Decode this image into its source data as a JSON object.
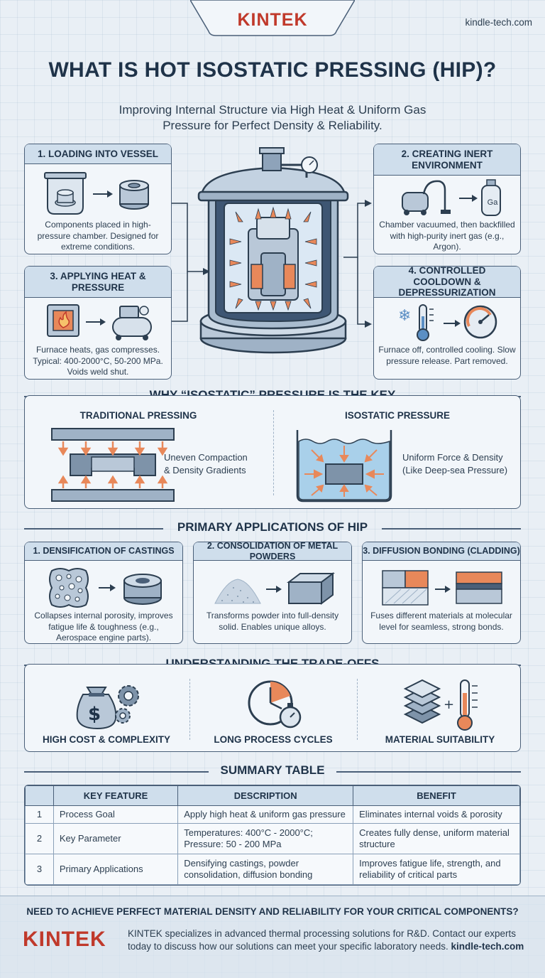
{
  "header": {
    "brand": "KINTEK",
    "site": "kindle-tech.com",
    "title": "WHAT IS HOT ISOSTATIC PRESSING (HIP)?",
    "subtitle_line1": "Improving Internal Structure via High Heat & Uniform Gas",
    "subtitle_line2": "Pressure for Perfect Density & Reliability."
  },
  "steps": [
    {
      "title": "1. LOADING INTO VESSEL",
      "text": "Components placed in high-pressure chamber. Designed for extreme conditions."
    },
    {
      "title": "2. CREATING INERT ENVIRONMENT",
      "text": "Chamber vacuumed, then backfilled with high-purity inert gas (e.g., Argon)."
    },
    {
      "title": "3. APPLYING HEAT & PRESSURE",
      "text": "Furnace heats, gas compresses. Typical: 400-2000°C, 50-200 MPa. Voids weld shut."
    },
    {
      "title": "4. CONTROLLED COOLDOWN & DEPRESSURIZATION",
      "text": "Furnace off, controlled cooling. Slow pressure release. Part removed."
    }
  ],
  "gas_label": "Ga",
  "isostatic": {
    "title": "WHY “ISOSTATIC” PRESSURE IS THE KEY",
    "traditional_title": "TRADITIONAL PRESSING",
    "traditional_text_1": "Uneven Compaction",
    "traditional_text_2": "& Density Gradients",
    "iso_title": "ISOSTATIC PRESSURE",
    "iso_text_1": "Uniform Force & Density",
    "iso_text_2": "(Like Deep-sea Pressure)"
  },
  "applications": {
    "title": "PRIMARY APPLICATIONS OF HIP",
    "items": [
      {
        "title": "1. DENSIFICATION OF CASTINGS",
        "text": "Collapses internal porosity, improves fatigue life & toughness (e.g., Aerospace engine parts)."
      },
      {
        "title": "2. CONSOLIDATION OF METAL POWDERS",
        "text": "Transforms powder into full-density solid. Enables unique alloys."
      },
      {
        "title": "3. DIFFUSION BONDING (CLADDING)",
        "text": "Fuses different materials at molecular level for seamless, strong bonds."
      }
    ]
  },
  "tradeoffs": {
    "title": "UNDERSTANDING THE TRADE-OFFS",
    "items": [
      {
        "label": "HIGH COST & COMPLEXITY",
        "icon": "money-bag-gears-icon"
      },
      {
        "label": "LONG PROCESS CYCLES",
        "icon": "clock-stopwatch-icon"
      },
      {
        "label": "MATERIAL SUITABILITY",
        "icon": "layers-thermometer-icon"
      }
    ]
  },
  "summary": {
    "title": "SUMMARY TABLE",
    "headers": [
      "",
      "KEY FEATURE",
      "DESCRIPTION",
      "BENEFIT"
    ],
    "rows": [
      {
        "num": "1",
        "feature": "Process Goal",
        "description": "Apply high heat & uniform gas pressure",
        "benefit": "Eliminates internal voids & porosity"
      },
      {
        "num": "2",
        "feature": "Key Parameter",
        "description": "Temperatures: 400°C - 2000°C; Pressure: 50 - 200 MPa",
        "benefit": "Creates fully dense, uniform material structure"
      },
      {
        "num": "3",
        "feature": "Primary Applications",
        "description": "Densifying castings, powder consolidation, diffusion bonding",
        "benefit": "Improves fatigue life, strength, and reliability of critical parts"
      }
    ]
  },
  "footer": {
    "question": "NEED TO ACHIEVE PERFECT MATERIAL DENSITY AND RELIABILITY FOR YOUR CRITICAL COMPONENTS?",
    "brand": "KINTEK",
    "text": "KINTEK specializes in advanced thermal processing solutions for R&D. Contact our experts today to discuss how our solutions can meet your specific laboratory needs.",
    "link": "kindle-tech.com"
  },
  "colors": {
    "brand_red": "#c0392b",
    "navy": "#1f3349",
    "accent_orange": "#e8885a",
    "light_blue": "#cfdeec"
  }
}
